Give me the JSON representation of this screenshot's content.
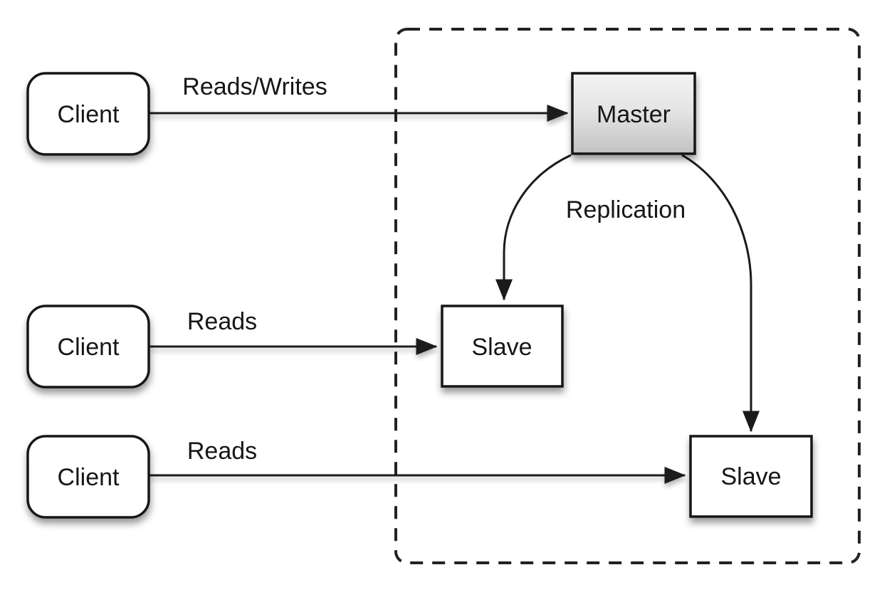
{
  "diagram": {
    "nodes": {
      "clients": [
        {
          "label": "Client"
        },
        {
          "label": "Client"
        },
        {
          "label": "Client"
        }
      ],
      "master": {
        "label": "Master"
      },
      "slaves": [
        {
          "label": "Slave"
        },
        {
          "label": "Slave"
        }
      ]
    },
    "edges": {
      "reads_writes": {
        "label": "Reads/Writes"
      },
      "reads_middle": {
        "label": "Reads"
      },
      "reads_bottom": {
        "label": "Reads"
      },
      "replication": {
        "label": "Replication"
      }
    },
    "colors": {
      "stroke": "#1a1a1a",
      "node_fill": "#ffffff",
      "master_gradient_top": "#f2f2f2",
      "master_gradient_mid": "#e4e4e4",
      "master_gradient_bottom": "#c2c2c2",
      "background": "#ffffff"
    }
  }
}
